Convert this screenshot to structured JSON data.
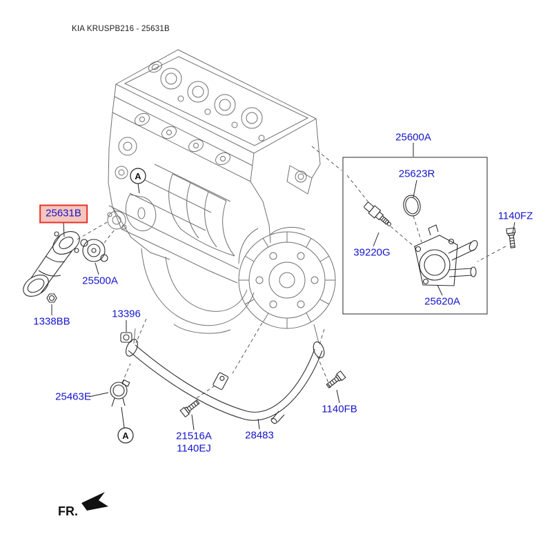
{
  "header": {
    "title": "KIA KRUSPB216 - 25631B"
  },
  "footer": {
    "fr_label": "FR."
  },
  "view_marker": "A",
  "highlighted_part": "25631B",
  "colors": {
    "label_blue": "#1414cc",
    "highlight_border": "#e63329",
    "highlight_fill": "#f6c5bd",
    "line_dark": "#222222",
    "engine_gray": "#6f6f6f"
  },
  "parts": {
    "p25600A": "25600A",
    "p25623R": "25623R",
    "p39220G": "39220G",
    "p25620A": "25620A",
    "p1140FZ": "1140FZ",
    "p25631B": "25631B",
    "p25500A": "25500A",
    "p1338BB": "1338BB",
    "p13396": "13396",
    "p25463E": "25463E",
    "p21516A": "21516A",
    "p1140EJ": "1140EJ",
    "p28483": "28483",
    "p1140FB": "1140FB"
  }
}
